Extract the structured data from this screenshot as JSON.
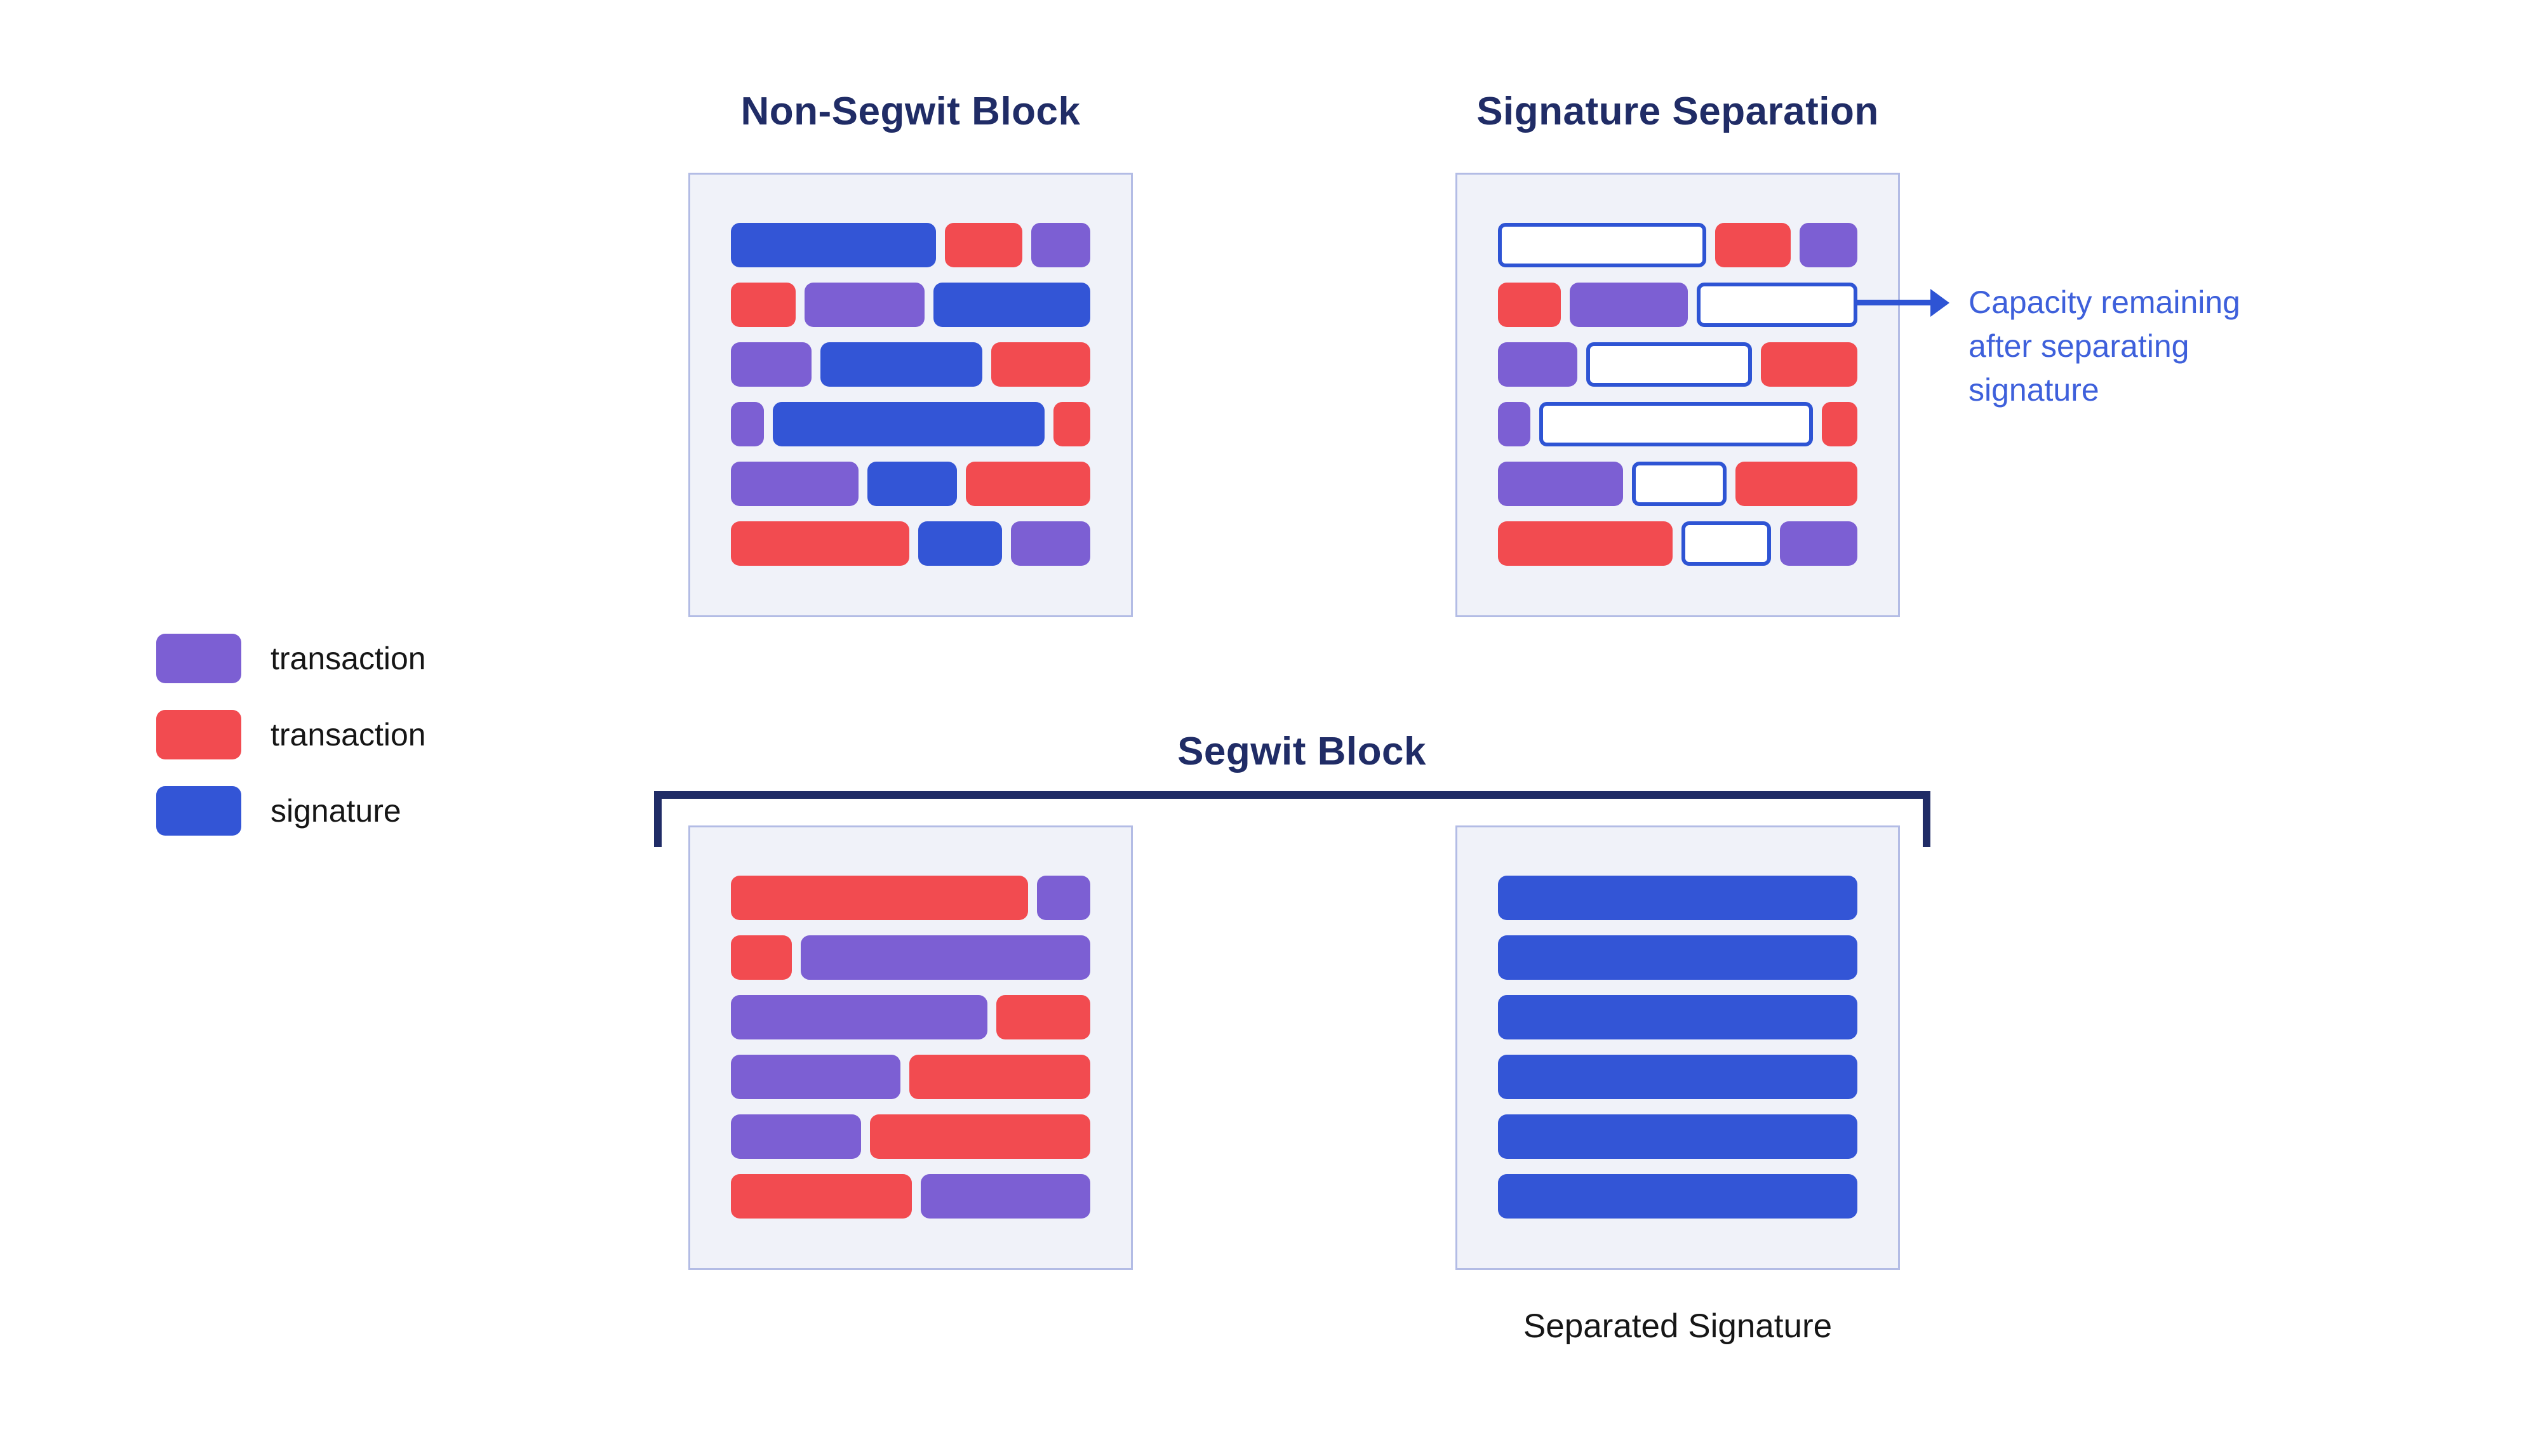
{
  "colors": {
    "navy": "#202C66",
    "blue": "#3355D6",
    "red": "#F24B50",
    "purple": "#7C5FD3",
    "blue_outline": "#2E54D4",
    "annotation": "#3E60DB",
    "box_bg": "#F0F2F9",
    "box_border": "#B3BCE5",
    "text_dark": "#161616"
  },
  "legend": {
    "items": [
      {
        "color_key": "purple",
        "label": "transaction"
      },
      {
        "color_key": "red",
        "label": "transaction"
      },
      {
        "color_key": "blue",
        "label": "signature"
      }
    ]
  },
  "panels": {
    "non_segwit": {
      "title": "Non-Segwit Block",
      "rows": [
        [
          {
            "c": "blue",
            "w": 57.6
          },
          {
            "c": "red",
            "w": 21.7
          },
          {
            "c": "purple",
            "w": 16.6
          }
        ],
        [
          {
            "c": "red",
            "w": 18.0
          },
          {
            "c": "purple",
            "w": 33.6
          },
          {
            "c": "blue",
            "w": 43.8
          }
        ],
        [
          {
            "c": "purple",
            "w": 22.6
          },
          {
            "c": "blue",
            "w": 45.2
          },
          {
            "c": "red",
            "w": 27.6
          }
        ],
        [
          {
            "c": "purple",
            "w": 9.2
          },
          {
            "c": "blue",
            "w": 75.1
          },
          {
            "c": "red",
            "w": 10.1
          }
        ],
        [
          {
            "c": "purple",
            "w": 35.5
          },
          {
            "c": "blue",
            "w": 24.9
          },
          {
            "c": "red",
            "w": 34.6
          }
        ],
        [
          {
            "c": "red",
            "w": 49.8
          },
          {
            "c": "blue",
            "w": 23.5
          },
          {
            "c": "purple",
            "w": 22.1
          }
        ]
      ]
    },
    "signature_separation": {
      "title": "Signature Separation",
      "rows": [
        [
          {
            "c": "outline",
            "w": 57.6
          },
          {
            "c": "red",
            "w": 21.7
          },
          {
            "c": "purple",
            "w": 16.6
          }
        ],
        [
          {
            "c": "red",
            "w": 18.0
          },
          {
            "c": "purple",
            "w": 33.6
          },
          {
            "c": "outline",
            "w": 43.8
          }
        ],
        [
          {
            "c": "purple",
            "w": 22.6
          },
          {
            "c": "outline",
            "w": 45.2
          },
          {
            "c": "red",
            "w": 27.6
          }
        ],
        [
          {
            "c": "purple",
            "w": 9.2
          },
          {
            "c": "outline",
            "w": 75.1
          },
          {
            "c": "red",
            "w": 10.1
          }
        ],
        [
          {
            "c": "purple",
            "w": 35.5
          },
          {
            "c": "outline",
            "w": 24.9
          },
          {
            "c": "red",
            "w": 34.6
          }
        ],
        [
          {
            "c": "red",
            "w": 49.8
          },
          {
            "c": "outline",
            "w": 23.5
          },
          {
            "c": "purple",
            "w": 22.1
          }
        ]
      ],
      "annotation": {
        "lines": [
          "Capacity remaining",
          "after separating",
          "signature"
        ]
      }
    },
    "segwit": {
      "title": "Segwit Block",
      "left_rows": [
        [
          {
            "c": "red",
            "w": 84
          },
          {
            "c": "purple",
            "w": 15
          }
        ],
        [
          {
            "c": "red",
            "w": 17
          },
          {
            "c": "purple",
            "w": 81
          }
        ],
        [
          {
            "c": "purple",
            "w": 71
          },
          {
            "c": "red",
            "w": 26
          }
        ],
        [
          {
            "c": "purple",
            "w": 47
          },
          {
            "c": "red",
            "w": 50
          }
        ],
        [
          {
            "c": "purple",
            "w": 36
          },
          {
            "c": "red",
            "w": 61
          }
        ],
        [
          {
            "c": "red",
            "w": 50
          },
          {
            "c": "purple",
            "w": 47
          }
        ]
      ],
      "right_rows": [
        [
          {
            "c": "blue",
            "w": 100
          }
        ],
        [
          {
            "c": "blue",
            "w": 100
          }
        ],
        [
          {
            "c": "blue",
            "w": 100
          }
        ],
        [
          {
            "c": "blue",
            "w": 100
          }
        ],
        [
          {
            "c": "blue",
            "w": 100
          }
        ],
        [
          {
            "c": "blue",
            "w": 100
          }
        ]
      ],
      "right_caption": "Separated Signature"
    }
  }
}
